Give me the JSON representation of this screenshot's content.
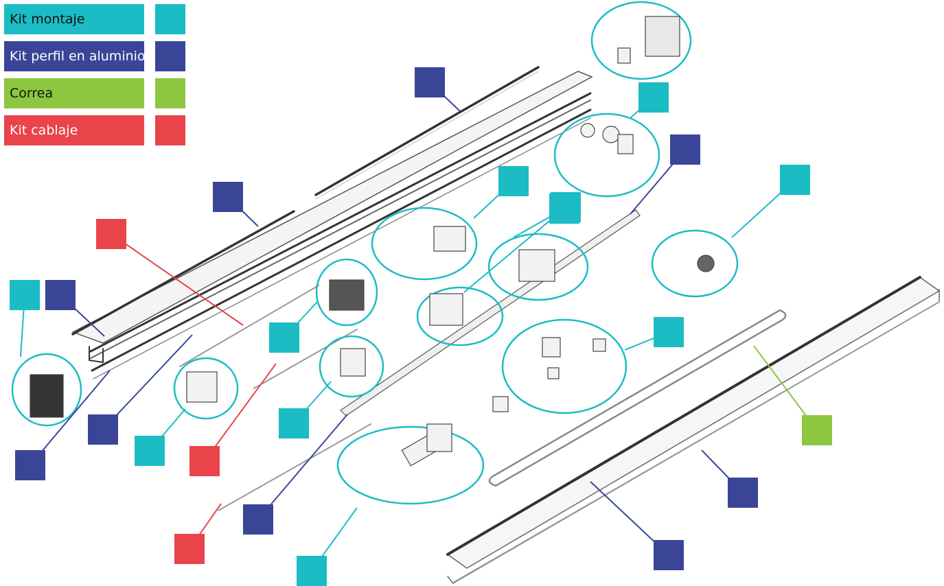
{
  "colors": {
    "kit_montaje": "#1bbcc4",
    "kit_perfil": "#3a4597",
    "correa": "#8dc63f",
    "kit_cablaje": "#e8444a"
  },
  "legend": [
    {
      "label": "Kit montaje",
      "color_key": "kit_montaje"
    },
    {
      "label": "Kit perfil en aluminio",
      "color_key": "kit_perfil"
    },
    {
      "label": "Correa",
      "color_key": "correa"
    },
    {
      "label": "Kit cablaje",
      "color_key": "kit_cablaje"
    }
  ],
  "callouts": [
    {
      "category": "kit_perfil"
    },
    {
      "category": "kit_perfil"
    },
    {
      "category": "kit_perfil"
    },
    {
      "category": "kit_perfil"
    },
    {
      "category": "kit_perfil"
    },
    {
      "category": "kit_perfil"
    },
    {
      "category": "kit_perfil"
    },
    {
      "category": "kit_perfil"
    },
    {
      "category": "kit_perfil"
    },
    {
      "category": "kit_montaje"
    },
    {
      "category": "kit_montaje"
    },
    {
      "category": "kit_montaje"
    },
    {
      "category": "kit_montaje"
    },
    {
      "category": "kit_montaje"
    },
    {
      "category": "kit_montaje"
    },
    {
      "category": "kit_montaje"
    },
    {
      "category": "kit_montaje"
    },
    {
      "category": "kit_montaje"
    },
    {
      "category": "kit_montaje"
    },
    {
      "category": "kit_montaje"
    },
    {
      "category": "kit_cablaje"
    },
    {
      "category": "kit_cablaje"
    },
    {
      "category": "kit_cablaje"
    },
    {
      "category": "correa"
    }
  ]
}
